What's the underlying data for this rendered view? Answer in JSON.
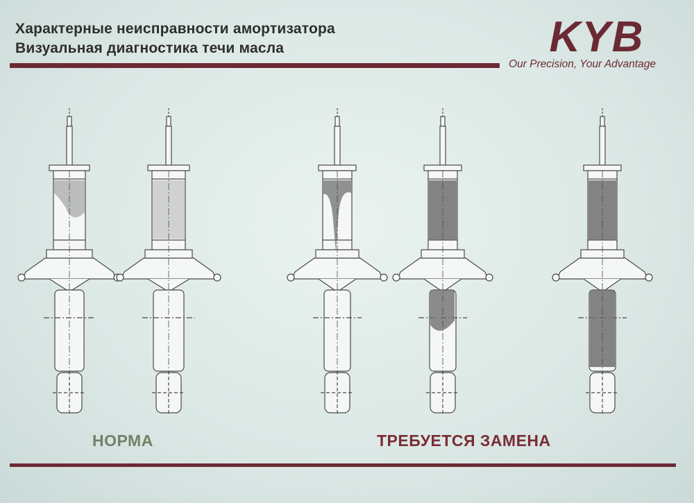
{
  "header": {
    "title_line1": "Характерные неисправности амортизатора",
    "title_line2": "Визуальная диагностика течи масла"
  },
  "brand": {
    "logo_text": "KYB",
    "tagline": "Our Precision, Your Advantage",
    "color": "#6b2a33"
  },
  "labels": {
    "normal": "НОРМА",
    "replace": "ТРЕБУЕТСЯ ЗАМЕНА"
  },
  "shocks": [
    {
      "condition": "normal",
      "leak": "light"
    },
    {
      "condition": "normal",
      "leak": "mesh"
    },
    {
      "condition": "replace",
      "leak": "streak"
    },
    {
      "condition": "replace",
      "leak": "heavy"
    },
    {
      "condition": "replace",
      "leak": "full"
    }
  ],
  "colors": {
    "line": "#4a4a4a",
    "leak_fill": "#8c8c8c",
    "heavy_fill": "#6f6f6f",
    "label_normal": "#6f8269",
    "label_replace": "#7a2c36"
  }
}
